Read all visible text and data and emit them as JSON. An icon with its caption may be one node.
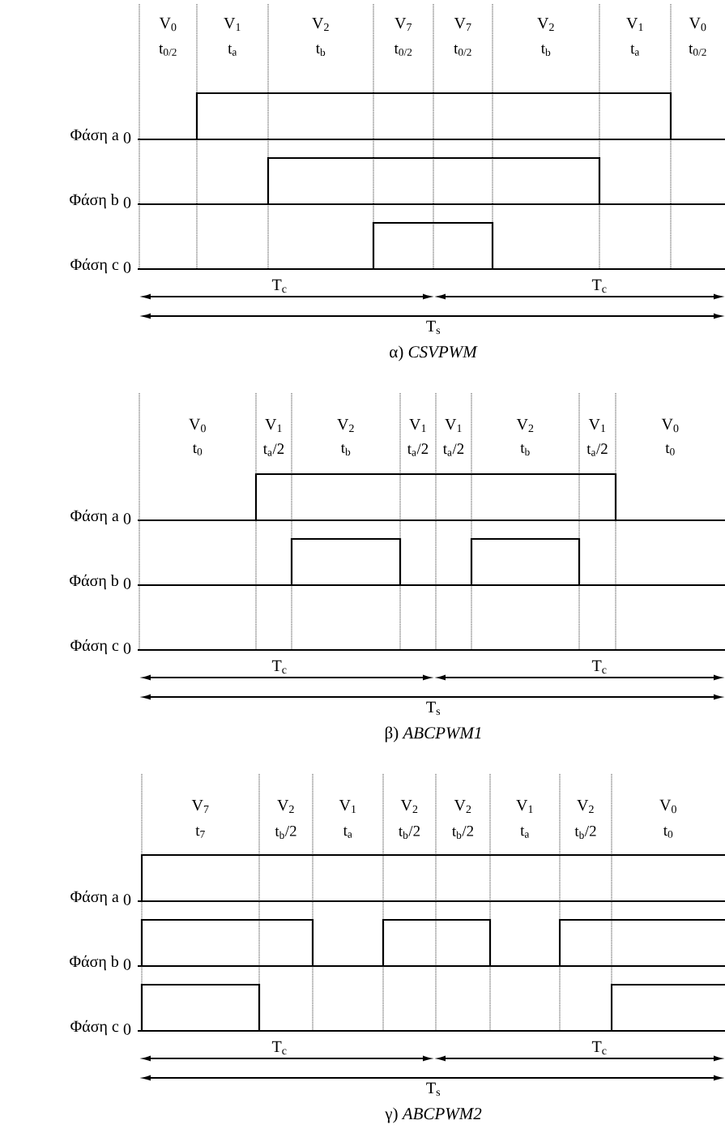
{
  "diagram": {
    "labels": [
      "V$_{0}$",
      "V$_{1}$",
      "V$_{2}$",
      "V$_{7}$",
      "V$_{7}$",
      "V$_{2}$",
      "V$_{1}$",
      "V$_{0}$",
      "t$_{0/2}$",
      "t$_{a}$",
      "t$_{b}$",
      "t$_{0/2}$",
      "t$_{0/2}$",
      "t$_{b}$",
      "t$_{a}$",
      "t$_{0/2}$",
      "Φάση a",
      "0",
      "Φάση b",
      "0",
      "Φάση c",
      "0",
      "T$_{c}$",
      "T$_{c}$",
      "T$_{s}$",
      "α) *CSVPWM*",
      "V$_{0}$",
      "V$_{1}$",
      "V$_{2}$",
      "V$_{1}$",
      "V$_{1}$",
      "V$_{2}$",
      "V$_{1}$",
      "V$_{0}$",
      "t$_{0}$",
      "t$_{a}$/2",
      "t$_{b}$",
      "t$_{a}$/2",
      "t$_{a}$/2",
      "t$_{b}$",
      "t$_{a}$/2",
      "t$_{0}$",
      "Φάση a",
      "0",
      "Φάση b",
      "0",
      "Φάση c",
      "0",
      "T$_{c}$",
      "T$_{c}$",
      "T$_{s}$",
      "β) *ABCPWM1*",
      "V$_{7}$",
      "V$_{2}$",
      "V$_{1}$",
      "V$_{2}$",
      "V$_{2}$",
      "V$_{1}$",
      "V$_{2}$",
      "V$_{0}$",
      "t$_{7}$",
      "t$_{b}$/2",
      "t$_{a}$",
      "t$_{b}$/2",
      "t$_{b}$/2",
      "t$_{a}$",
      "t$_{b}$/2",
      "t$_{0}$",
      "Φάση a",
      "0",
      "Φάση b",
      "0",
      "Φάση c",
      "0",
      "T$_{c}$",
      "T$_{c}$",
      "T$_{s}$",
      "γ) *ABCPWM2*"
    ]
  }
}
